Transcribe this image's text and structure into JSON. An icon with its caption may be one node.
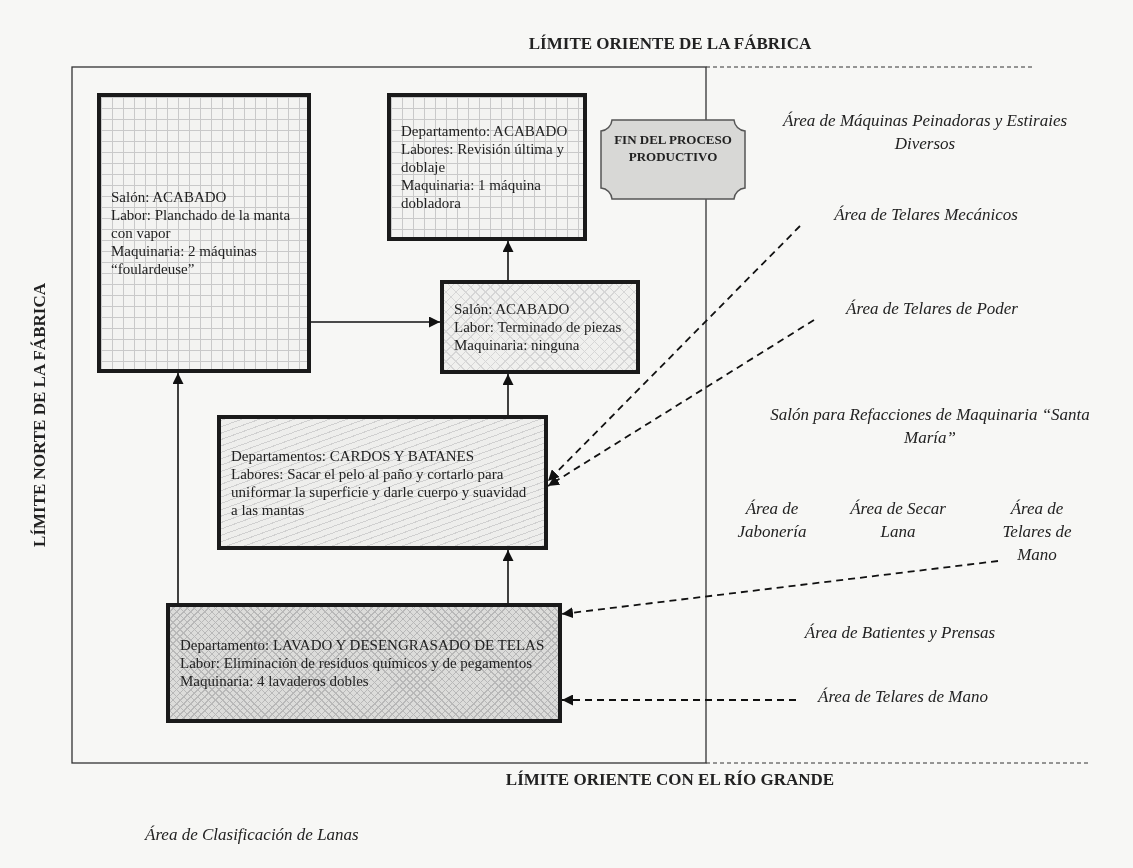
{
  "diagram": {
    "nodes": [
      {
        "text": [
          "Salón: ACABADO",
          "Labor: Planchado de la manta con vapor",
          "Maquinaria: 2 máquinas “foulardeuse”"
        ]
      },
      {
        "text": [
          "Departamento: ACABADO",
          "Labores: Revisión última y doblaje",
          "Maquinaria: 1 máquina dobladora"
        ]
      },
      {
        "text": [
          "FIN DEL PROCESO PRODUCTIVO"
        ]
      },
      {
        "text": [
          "Salón: ACABADO",
          "Labor: Terminado de piezas",
          "Maquinaria: ninguna"
        ]
      },
      {
        "text": [
          "Departamentos: CARDOS Y BATANES",
          "Labores: Sacar el pelo al paño y cortarlo para uniformar la superficie y darle cuerpo y suavidad a las mantas"
        ]
      },
      {
        "text": [
          "Departamento: LAVADO Y DESENGRASADO DE TELAS",
          "Labor: Eliminación de residuos químicos y de pegamentos",
          "Maquinaria: 4 lavaderos dobles"
        ]
      },
      {
        "text": [
          "Área de Telares Mecánicos"
        ]
      },
      {
        "text": [
          "Área de Telares de Poder"
        ]
      },
      {
        "text": [
          "Área de Telares de Mano"
        ]
      },
      {
        "text": [
          "Área de Telares de Mano"
        ]
      }
    ],
    "edges": [
      {
        "from": 5,
        "to": 0,
        "arrow": "to"
      },
      {
        "from": 5,
        "to": 4,
        "arrow": "to"
      },
      {
        "from": 4,
        "to": 3,
        "arrow": "to"
      },
      {
        "from": 3,
        "to": 1,
        "arrow": "to"
      },
      {
        "from": 0,
        "to": 3,
        "arrow": "to"
      },
      {
        "from": 6,
        "to": 4,
        "arrow": "to",
        "style": "dashed"
      },
      {
        "from": 7,
        "to": 4,
        "arrow": "to",
        "style": "dashed"
      },
      {
        "from": 8,
        "to": 5,
        "arrow": "to",
        "style": "dashed"
      },
      {
        "from": 9,
        "to": 5,
        "arrow": "to",
        "style": "dashed"
      }
    ],
    "labels": [
      "LÍMITE ORIENTE DE LA FÁBRICA",
      "Área de Máquinas Peinadoras y Estiraies Diversos",
      "LÍMITE NORTE DE LA FÁBRICA",
      "Salón para Refacciones de Maquinaria “Santa María”",
      "Área de Jabonería",
      "Área de Secar Lana",
      "Área de Batientes y Prensas",
      "LÍMITE ORIENTE CON EL RÍO GRANDE",
      "Área de Clasificación de Lanas"
    ]
  }
}
